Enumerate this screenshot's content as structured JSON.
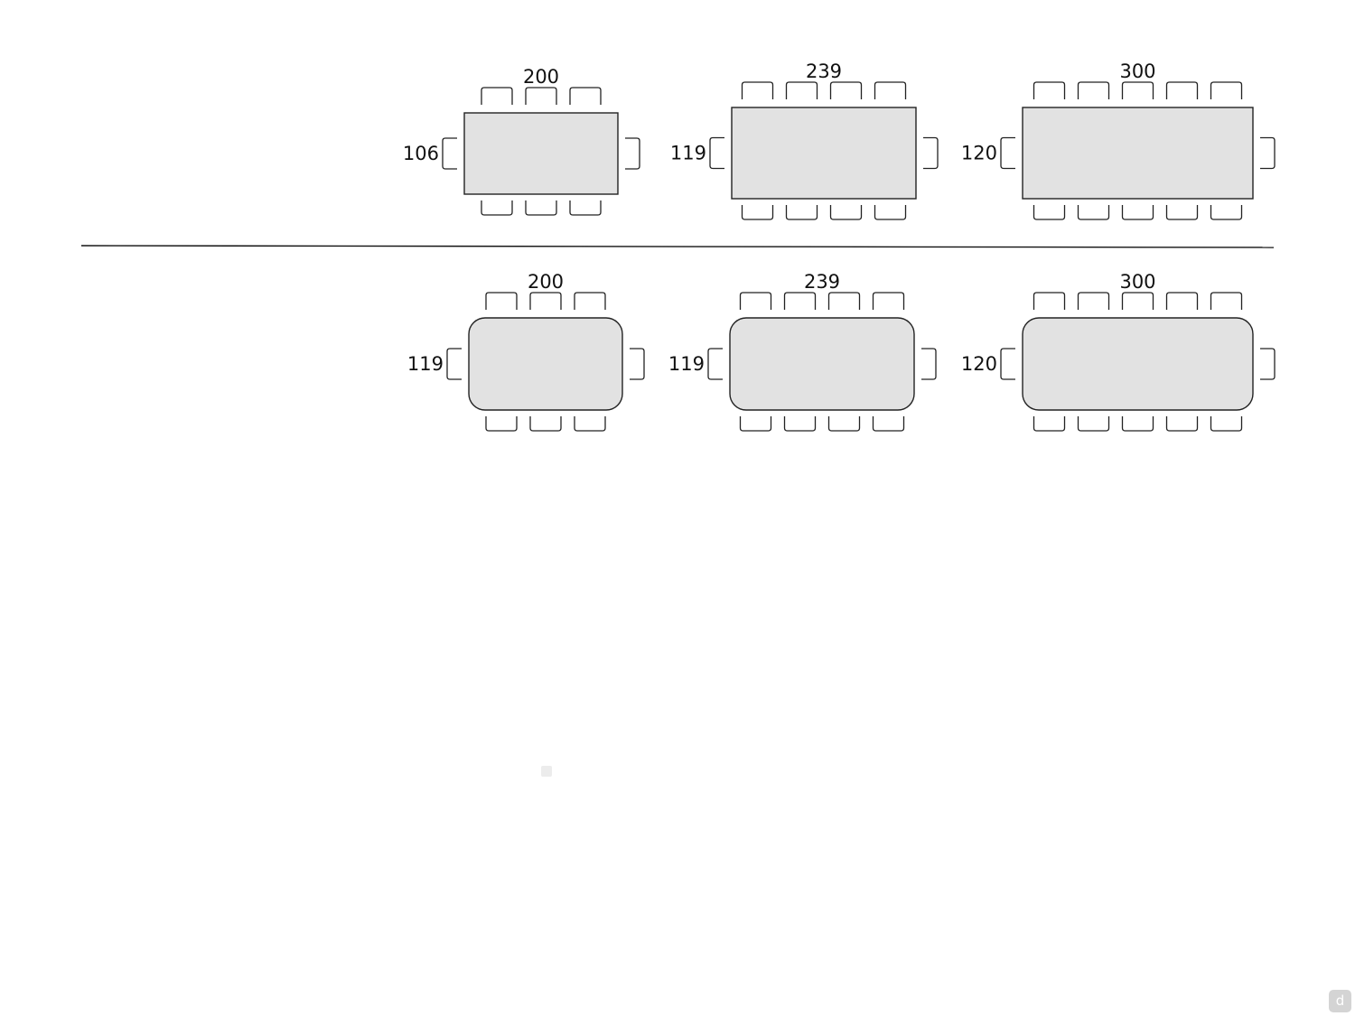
{
  "colors": {
    "tabletop_fill": "#e2e2e2",
    "outline": "#222222",
    "background": "#ffffff",
    "badge": "#d4d4d4"
  },
  "rows": [
    {
      "shape": "rectangular",
      "tables": [
        {
          "length": "200",
          "width": "106",
          "chairs_per_long_side": 3,
          "chairs_per_end": 1
        },
        {
          "length": "239",
          "width": "119",
          "chairs_per_long_side": 4,
          "chairs_per_end": 1
        },
        {
          "length": "300",
          "width": "120",
          "chairs_per_long_side": 5,
          "chairs_per_end": 1
        }
      ]
    },
    {
      "shape": "rounded",
      "tables": [
        {
          "length": "200",
          "width": "119",
          "chairs_per_long_side": 3,
          "chairs_per_end": 1
        },
        {
          "length": "239",
          "width": "119",
          "chairs_per_long_side": 4,
          "chairs_per_end": 1
        },
        {
          "length": "300",
          "width": "120",
          "chairs_per_long_side": 5,
          "chairs_per_end": 1
        }
      ]
    }
  ],
  "badge": {
    "icon": "d-logo-icon",
    "glyph": "d"
  }
}
